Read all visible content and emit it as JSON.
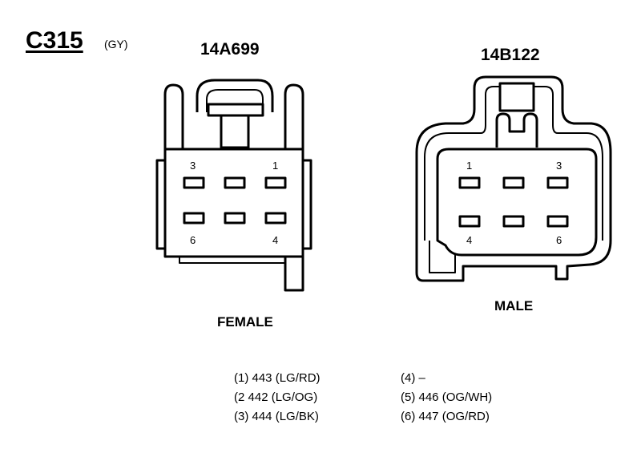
{
  "connector": {
    "code": "C315",
    "color": "(GY)"
  },
  "female": {
    "part_number": "14A699",
    "label": "FEMALE",
    "pin_labels": [
      "3",
      "1",
      "6",
      "4"
    ]
  },
  "male": {
    "part_number": "14B122",
    "label": "MALE",
    "pin_labels": [
      "1",
      "3",
      "4",
      "6"
    ]
  },
  "circuits": {
    "left": [
      "(1) 443 (LG/RD)",
      "(2  442 (LG/OG)",
      "(3) 444 (LG/BK)"
    ],
    "right": [
      "(4)  –",
      "(5) 446 (OG/WH)",
      "(6)  447 (OG/RD)"
    ]
  }
}
